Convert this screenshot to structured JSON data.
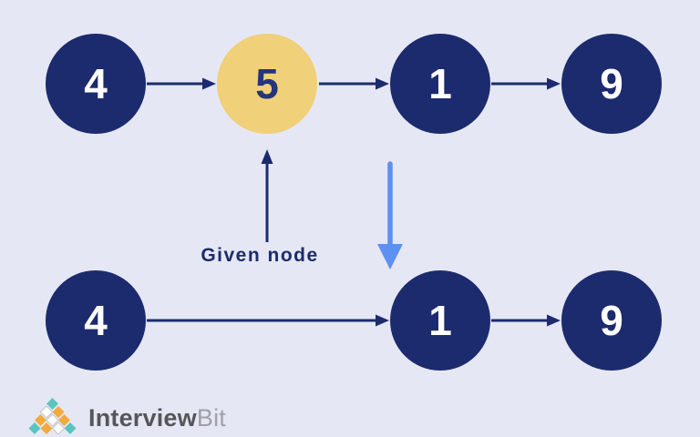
{
  "colors": {
    "background": "#E5E8F4",
    "node_fill": "#1C2B6D",
    "node_highlight_fill": "#F0D078",
    "node_text": "#FFFFFF",
    "node_highlight_text": "#24357E",
    "arrow": "#1C2B6D",
    "transform_arrow": "#5D90F0",
    "label": "#1C2B6D",
    "logo_teal": "#5BC4C0",
    "logo_orange": "#F3A93C",
    "logo_text_primary": "#55565A",
    "logo_text_secondary": "#9FA1A6"
  },
  "diagram": {
    "given_node_label": "Given node",
    "top_row": {
      "nodes": [
        {
          "value": "4",
          "highlighted": false
        },
        {
          "value": "5",
          "highlighted": true
        },
        {
          "value": "1",
          "highlighted": false
        },
        {
          "value": "9",
          "highlighted": false
        }
      ]
    },
    "bottom_row": {
      "nodes": [
        {
          "value": "4",
          "highlighted": false
        },
        {
          "value": "1",
          "highlighted": false
        },
        {
          "value": "9",
          "highlighted": false
        }
      ]
    }
  },
  "logo": {
    "brand_primary": "Interview",
    "brand_secondary": "Bit"
  }
}
